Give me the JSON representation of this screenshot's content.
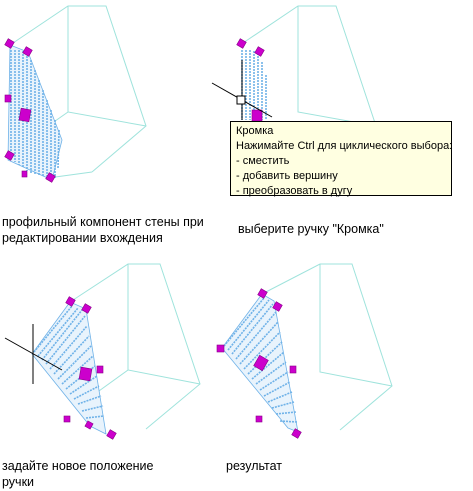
{
  "panels": [
    {
      "caption": "профильный компонент стены при\nредактировании вхождения"
    },
    {
      "caption": "выберите ручку \"Кромка\""
    },
    {
      "caption": "задайте новое положение\nручки"
    },
    {
      "caption": "результат"
    }
  ],
  "tooltip": {
    "title": "Кромка",
    "hint": "Нажимайте Ctrl для циклического выбора:",
    "options": [
      "- сместить",
      "- добавить вершину",
      "- преобразовать в дугу"
    ]
  },
  "colors": {
    "wireframe": "#9fe3dc",
    "hatch": "#6fb2e8",
    "grip": "#cc00cc",
    "tooltip_bg": "#ffffe1"
  },
  "icons": [
    "grip-icon",
    "edge-grip-icon",
    "crosshair-cursor-icon",
    "pickbox-icon"
  ]
}
